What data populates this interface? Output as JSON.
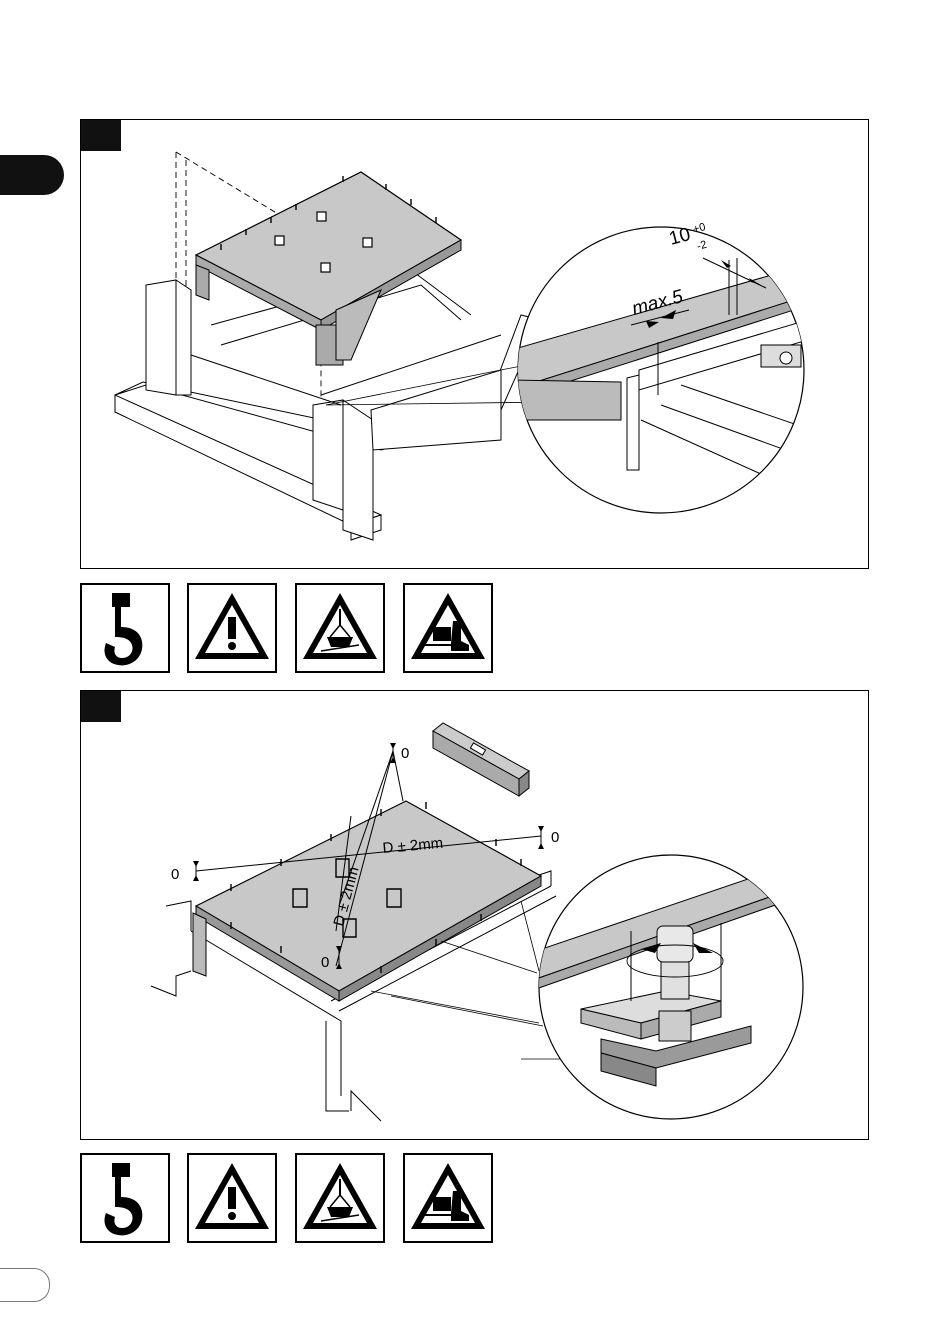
{
  "figure1": {
    "tolerance_main": "10",
    "tolerance_plus": "+0",
    "tolerance_minus": "-2",
    "max_gap": "max.5"
  },
  "figure2": {
    "zero_top": "0",
    "zero_right": "0",
    "zero_left": "0",
    "zero_bottom": "0",
    "diagonal_1": "D ± 2mm",
    "diagonal_2": "D ± 2mm"
  },
  "icons": [
    "crane-hook-icon",
    "general-warning-icon",
    "suspended-load-warning-icon",
    "crushing-foot-warning-icon"
  ],
  "colors": {
    "panel_fill": "#c8c8c8",
    "ink": "#000000",
    "shim": "#9a9a9a"
  }
}
